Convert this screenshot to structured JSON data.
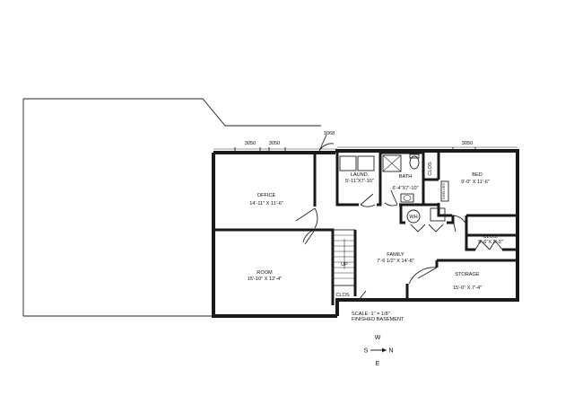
{
  "windows": {
    "w1": "3050",
    "w2": "3050",
    "w3": "3068",
    "w4": "3050"
  },
  "rooms": {
    "office": {
      "name": "OFFICE",
      "dims": "14'-11\" X 11'-6\""
    },
    "laund": {
      "name": "LAUND.",
      "dims": "5'-11\"X7'-10\""
    },
    "bath": {
      "name": "BATH",
      "dims": "6'-4\"X7'-10\""
    },
    "bed": {
      "name": "BED",
      "dims": "9'-0\" X 11'-6\""
    },
    "clos_bed": "CLOS",
    "shelves": "SHELVES",
    "wh": "WH",
    "clos_right": {
      "name": "CLOS.",
      "dims": "5'-6\"X 3'-3\""
    },
    "family": {
      "name": "FAMILY",
      "dims": "7'-6 1/2\" X 14'-8\""
    },
    "storage": {
      "name": "STORAGE",
      "dims": "15'-0\" X 7'-4\""
    },
    "room": {
      "name": "ROOM",
      "dims": "15'-10\" X 12'-4\""
    },
    "up": "UP",
    "clos_stair": "CLOS"
  },
  "notes": {
    "scale": "SCALE: 1\" = 1/8\"",
    "finished": "FINISHED BASEMENT"
  },
  "compass": {
    "w": "W",
    "s": "S",
    "n": "N",
    "e": "E"
  }
}
